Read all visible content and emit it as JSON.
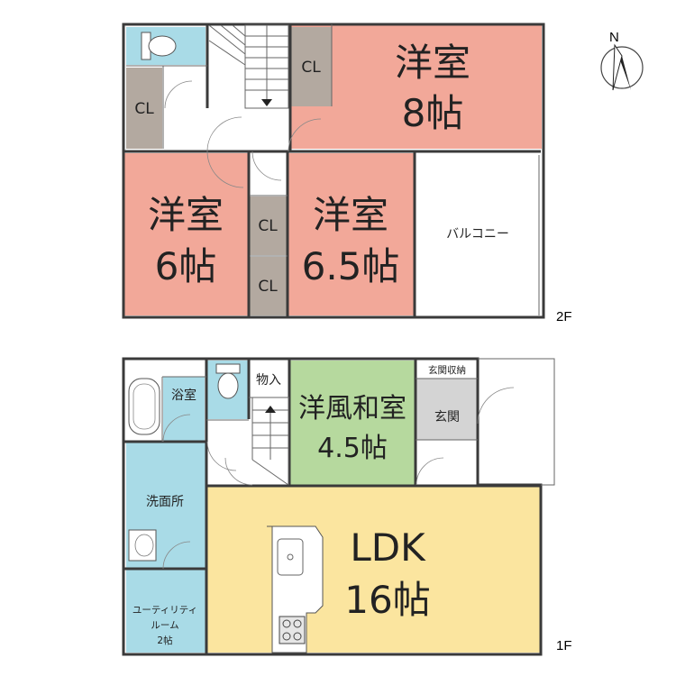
{
  "colors": {
    "western": "#f2a899",
    "closet": "#b3a9a0",
    "water": "#a9dbe7",
    "japanese": "#b6d99e",
    "ldk": "#fbe59f",
    "entrance": "#d4d4d4",
    "balcony": "#ffffff"
  },
  "floor2": {
    "floor_label": "2F",
    "room_8": {
      "name": "洋室",
      "size": "8帖"
    },
    "room_6": {
      "name": "洋室",
      "size": "6帖"
    },
    "room_65": {
      "name": "洋室",
      "size": "6.5帖"
    },
    "balcony": "バルコニー",
    "closet_label": "CL"
  },
  "floor1": {
    "floor_label": "1F",
    "bath": "浴室",
    "storage": "物入",
    "japanese": {
      "name": "洋風和室",
      "size": "4.5帖"
    },
    "entrance_storage": "玄関収納",
    "entrance": "玄関",
    "washroom": "洗面所",
    "ldk": {
      "name": "LDK",
      "size": "16帖"
    },
    "utility": {
      "line1": "ユーティリティ",
      "line2": "ルーム",
      "line3": "2帖"
    }
  },
  "compass": {
    "label": "N",
    "icon": "north-arrow-icon"
  }
}
